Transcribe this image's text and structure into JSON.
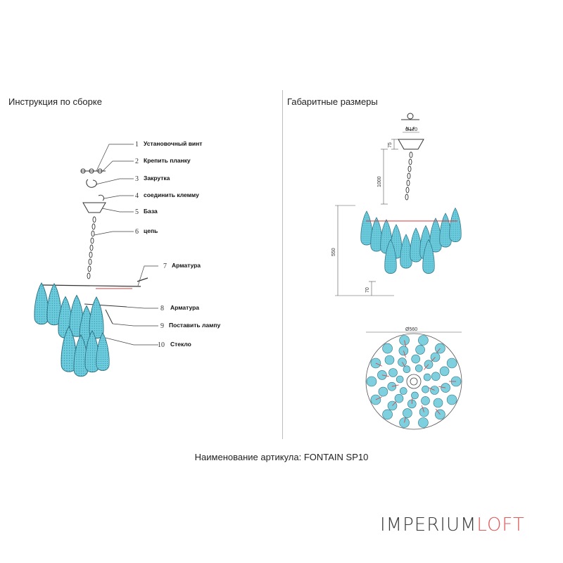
{
  "headings": {
    "assembly": "Инструкция по сборке",
    "dimensions": "Габаритные размеры"
  },
  "labels": [
    {
      "num": "1",
      "text": "Установочный винт"
    },
    {
      "num": "2",
      "text": "Крепить планку"
    },
    {
      "num": "3",
      "text": "Закрутка"
    },
    {
      "num": "4",
      "text": "соединить клемму"
    },
    {
      "num": "5",
      "text": "База"
    },
    {
      "num": "6",
      "text": "цепь"
    },
    {
      "num": "7",
      "text": "Арматура"
    },
    {
      "num": "8",
      "text": "Арматура"
    },
    {
      "num": "9",
      "text": "Поставить лампу"
    },
    {
      "num": "10",
      "text": "Стекло"
    }
  ],
  "dimensions": {
    "canopy_diameter": "Ø120",
    "canopy_height": "75",
    "chain_length": "1000",
    "body_height": "550",
    "bottom_offset": "70",
    "overall_diameter": "Ø560"
  },
  "footer": {
    "article_line": "Наименование артикула: FONTAIN SP10",
    "logo_part1": "IMPERIUM",
    "logo_part2": "LOFT"
  },
  "colors": {
    "glass": "#5fc3d6",
    "glass_dark": "#2f9db3",
    "accent_red": "#d63b3b",
    "logo_red": "#e05a5a"
  }
}
